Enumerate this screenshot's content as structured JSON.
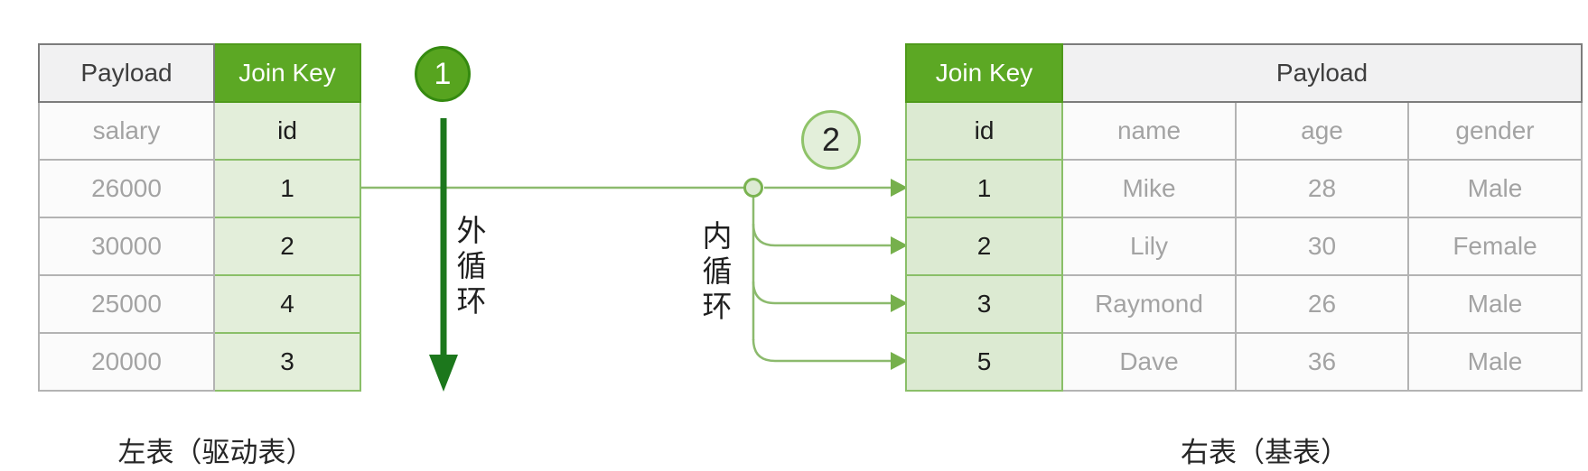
{
  "left_table": {
    "caption": "左表（驱动表）",
    "headers": {
      "payload": "Payload",
      "join_key": "Join Key"
    },
    "rows": [
      {
        "payload": "salary",
        "join_key": "id"
      },
      {
        "payload": "26000",
        "join_key": "1"
      },
      {
        "payload": "30000",
        "join_key": "2"
      },
      {
        "payload": "25000",
        "join_key": "4"
      },
      {
        "payload": "20000",
        "join_key": "3"
      }
    ]
  },
  "right_table": {
    "caption": "右表（基表）",
    "headers": {
      "join_key": "Join Key",
      "payload": "Payload"
    },
    "rows": [
      {
        "join_key": "id",
        "name": "name",
        "age": "age",
        "gender": "gender"
      },
      {
        "join_key": "1",
        "name": "Mike",
        "age": "28",
        "gender": "Male"
      },
      {
        "join_key": "2",
        "name": "Lily",
        "age": "30",
        "gender": "Female"
      },
      {
        "join_key": "3",
        "name": "Raymond",
        "age": "26",
        "gender": "Male"
      },
      {
        "join_key": "5",
        "name": "Dave",
        "age": "36",
        "gender": "Male"
      }
    ]
  },
  "annotations": {
    "step1": "1",
    "step2": "2",
    "outer_loop": "外循环",
    "inner_loop": "内循环"
  },
  "colors": {
    "header_green": "#5ca824",
    "light_green_cell_left": "#e3eeda",
    "light_green_cell_right": "#dcead2",
    "green_cell_border": "#8abf68",
    "connector_green": "#8cba6d",
    "arrowhead_green": "#76b04c",
    "outer_loop_dark_green": "#1c771c",
    "step1_fill": "#57a41f",
    "gray_text": "#a3a3a3",
    "gray_cell_border": "#b3b3b3",
    "gray_header_fill": "#f1f1f2"
  }
}
